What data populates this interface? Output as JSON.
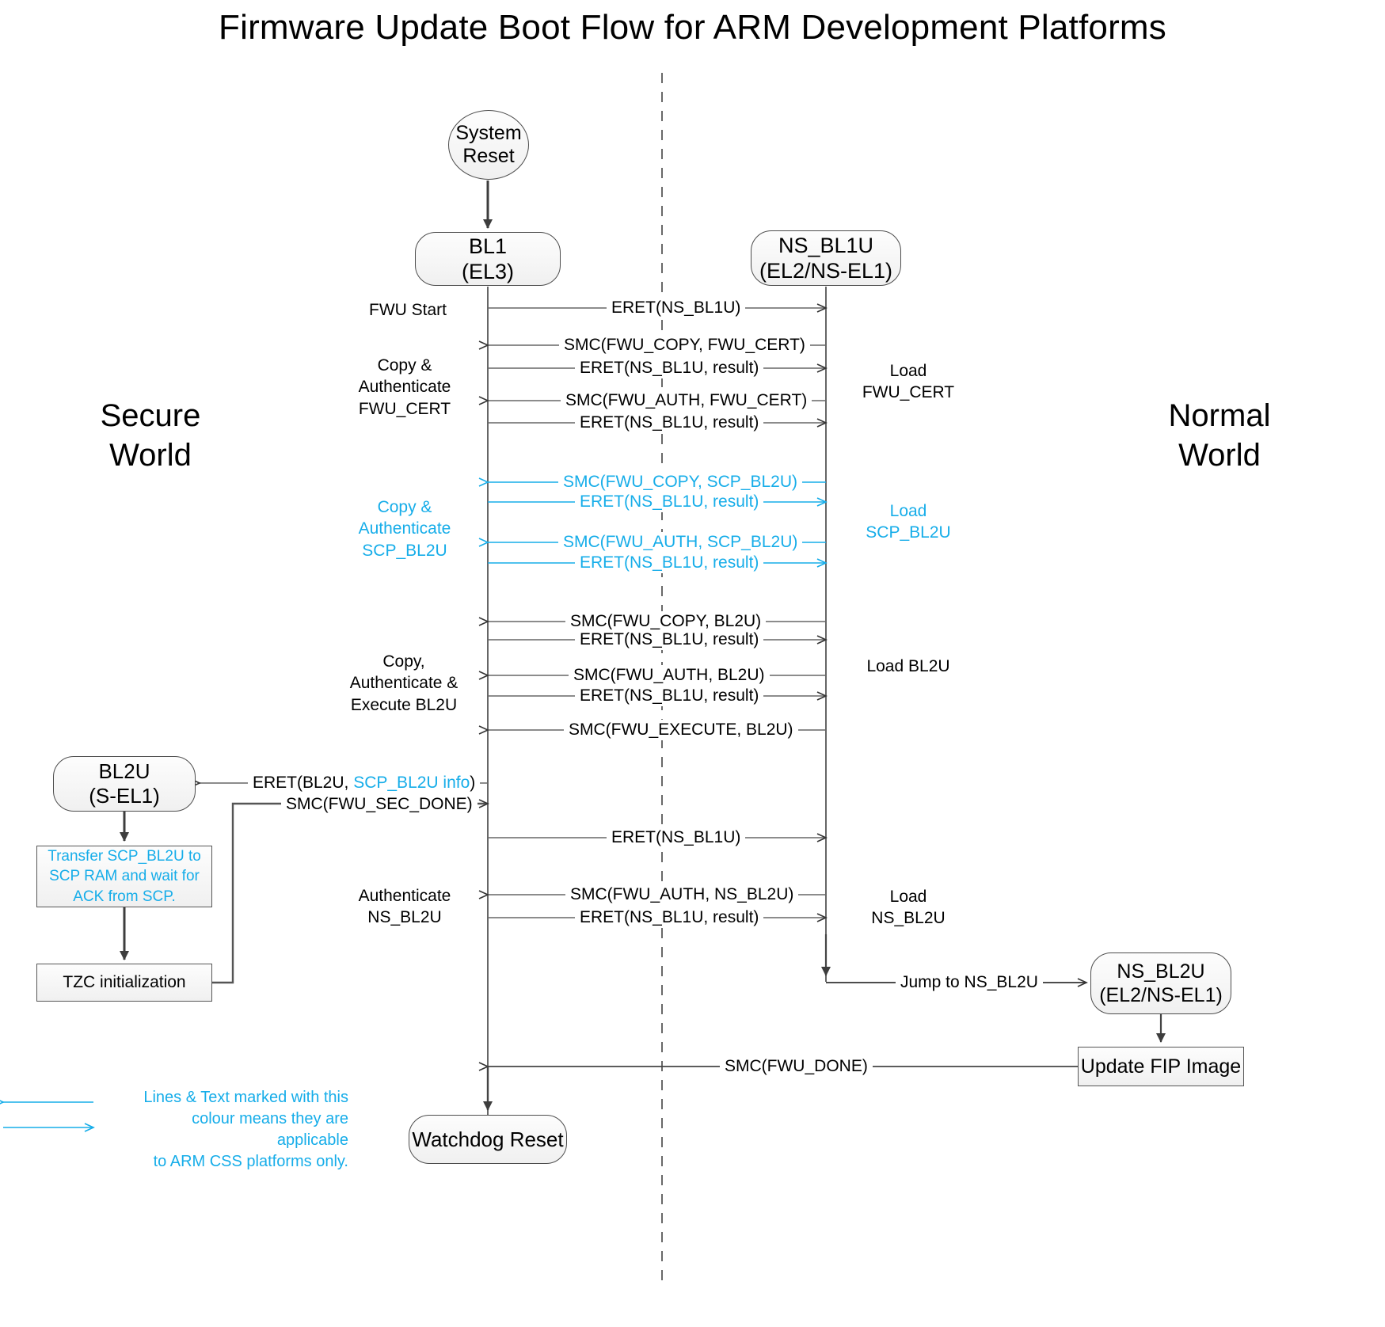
{
  "title": "Firmware Update Boot Flow for ARM Development Platforms",
  "colors": {
    "accent_cyan": "#16ADE9",
    "line_black": "#333333",
    "node_fill": "#f3f3f3"
  },
  "worlds": {
    "secure": {
      "line1": "Secure",
      "line2": "World"
    },
    "normal": {
      "line1": "Normal",
      "line2": "World"
    }
  },
  "nodes": {
    "system_reset": {
      "line1": "System",
      "line2": "Reset",
      "shape": "ellipse"
    },
    "bl1": {
      "line1": "BL1",
      "line2": "(EL3)",
      "shape": "rounded"
    },
    "ns_bl1u": {
      "line1": "NS_BL1U",
      "line2": "(EL2/NS-EL1)",
      "shape": "rounded"
    },
    "bl2u": {
      "line1": "BL2U",
      "line2": "(S-EL1)",
      "shape": "rounded"
    },
    "ns_bl2u": {
      "line1": "NS_BL2U",
      "line2": "(EL2/NS-EL1)",
      "shape": "rounded"
    },
    "watchdog": {
      "line1": "Watchdog Reset",
      "shape": "rounded"
    },
    "transfer_scp": {
      "line1": "Transfer SCP_BL2U to",
      "line2": "SCP RAM and wait for",
      "line3": "ACK from SCP.",
      "shape": "rect",
      "cyan": true
    },
    "tzc": {
      "line1": "TZC initialization",
      "shape": "rect"
    },
    "update_fip": {
      "line1": "Update FIP Image",
      "shape": "rect"
    }
  },
  "messages": [
    {
      "id": "m1",
      "label": "ERET(NS_BL1U)",
      "dir": "right",
      "cyan": false
    },
    {
      "id": "m2",
      "label": "SMC(FWU_COPY, FWU_CERT)",
      "dir": "left",
      "cyan": false
    },
    {
      "id": "m3",
      "label": "ERET(NS_BL1U, result)",
      "dir": "right",
      "cyan": false
    },
    {
      "id": "m4",
      "label": "SMC(FWU_AUTH, FWU_CERT)",
      "dir": "left",
      "cyan": false
    },
    {
      "id": "m5",
      "label": "ERET(NS_BL1U, result)",
      "dir": "right",
      "cyan": false
    },
    {
      "id": "m6",
      "label": "SMC(FWU_COPY, SCP_BL2U)",
      "dir": "left",
      "cyan": true
    },
    {
      "id": "m7",
      "label": "ERET(NS_BL1U, result)",
      "dir": "right",
      "cyan": true
    },
    {
      "id": "m8",
      "label": "SMC(FWU_AUTH, SCP_BL2U)",
      "dir": "left",
      "cyan": true
    },
    {
      "id": "m9",
      "label": "ERET(NS_BL1U, result)",
      "dir": "right",
      "cyan": true
    },
    {
      "id": "m10",
      "label": "SMC(FWU_COPY, BL2U)",
      "dir": "left",
      "cyan": false
    },
    {
      "id": "m11",
      "label": "ERET(NS_BL1U, result)",
      "dir": "right",
      "cyan": false
    },
    {
      "id": "m12",
      "label": "SMC(FWU_AUTH, BL2U)",
      "dir": "left",
      "cyan": false
    },
    {
      "id": "m13",
      "label": "ERET(NS_BL1U, result)",
      "dir": "right",
      "cyan": false
    },
    {
      "id": "m14",
      "label": "SMC(FWU_EXECUTE, BL2U)",
      "dir": "left",
      "cyan": false
    },
    {
      "id": "m15",
      "label": "SMC(FWU_SEC_DONE)",
      "dir": "right",
      "cyan": false
    },
    {
      "id": "m16",
      "label": "ERET(NS_BL1U)",
      "dir": "right",
      "cyan": false
    },
    {
      "id": "m17",
      "label": "SMC(FWU_AUTH, NS_BL2U)",
      "dir": "left",
      "cyan": false
    },
    {
      "id": "m18",
      "label": "ERET(NS_BL1U, result)",
      "dir": "right",
      "cyan": false
    },
    {
      "id": "m19",
      "label": "Jump to NS_BL2U",
      "dir": "right",
      "cyan": false
    },
    {
      "id": "m20",
      "label": "SMC(FWU_DONE)",
      "dir": "left",
      "cyan": false
    }
  ],
  "eret_bl2u": {
    "prefix": "ERET(BL2U, ",
    "cyan_part": "SCP_BL2U info",
    "suffix": ")"
  },
  "side_labels": {
    "fwu_start": "FWU Start",
    "copy_auth_cert": {
      "line1": "Copy &",
      "line2": "Authenticate",
      "line3": "FWU_CERT"
    },
    "load_fwu_cert": {
      "line1": "Load",
      "line2": "FWU_CERT"
    },
    "copy_auth_scp": {
      "line1": "Copy &",
      "line2": "Authenticate",
      "line3": "SCP_BL2U"
    },
    "load_scp_bl2u": {
      "line1": "Load",
      "line2": "SCP_BL2U"
    },
    "copy_auth_exec": {
      "line1": "Copy,",
      "line2": "Authenticate &",
      "line3": "Execute BL2U"
    },
    "load_bl2u": "Load BL2U",
    "auth_ns_bl2u": {
      "line1": "Authenticate",
      "line2": "NS_BL2U"
    },
    "load_ns_bl2u": {
      "line1": "Load",
      "line2": "NS_BL2U"
    }
  },
  "legend": {
    "line1": "Lines & Text marked with this",
    "line2": "colour means they are applicable",
    "line3": "to ARM CSS platforms only."
  }
}
